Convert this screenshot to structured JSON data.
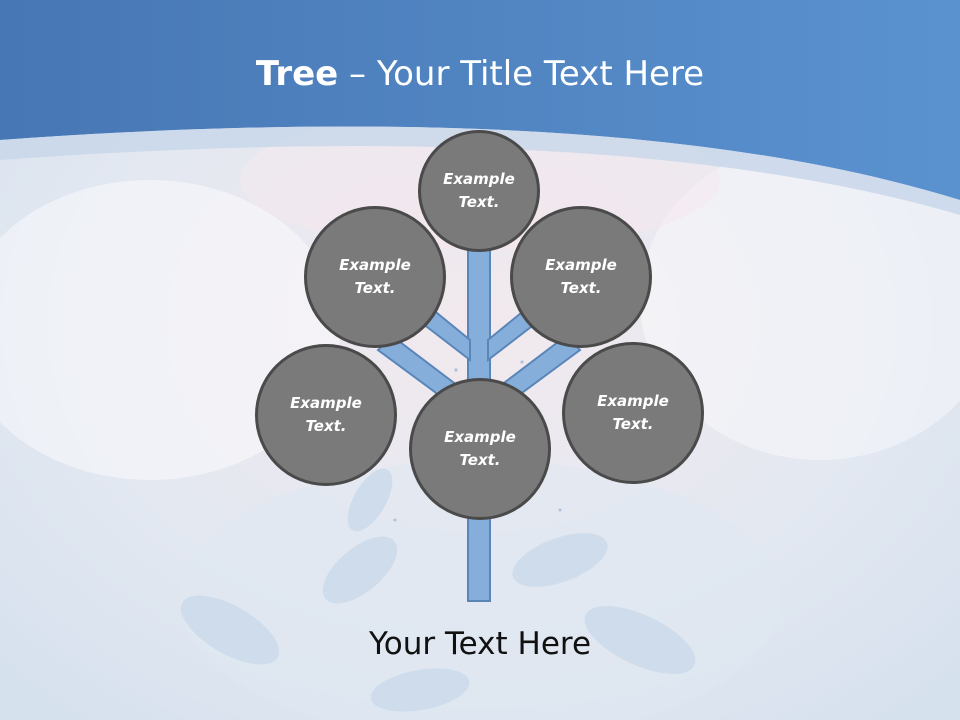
{
  "slide": {
    "title_bold": "Tree",
    "title_rest": " – Your Title Text Here",
    "caption": "Your Text Here",
    "colors": {
      "header": "#4a7fbd",
      "trunk": "#86aedb",
      "node_fill": "#7a7a7a",
      "node_border": "#4a4a4a"
    }
  },
  "nodes": [
    {
      "label": "Example\nText."
    },
    {
      "label": "Example\nText."
    },
    {
      "label": "Example\nText."
    },
    {
      "label": "Example\nText."
    },
    {
      "label": "Example\nText."
    },
    {
      "label": "Example\nText."
    }
  ]
}
